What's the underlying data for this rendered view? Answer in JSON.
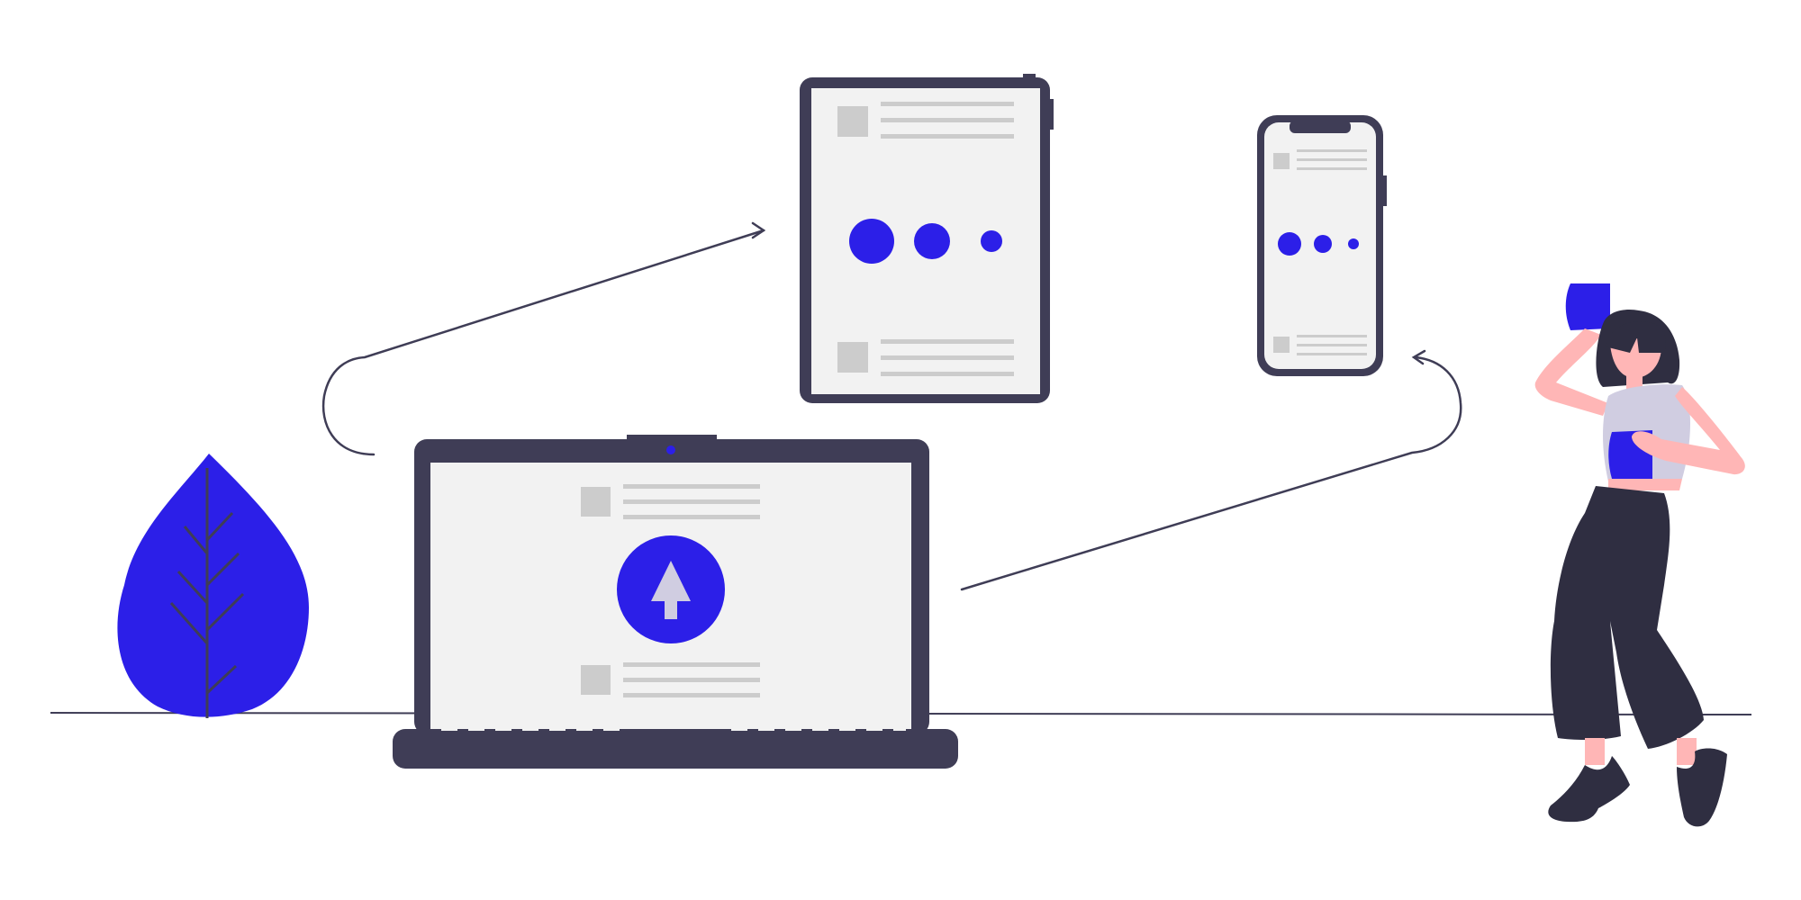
{
  "colors": {
    "accent": "#2c1fe8",
    "device_frame": "#3f3d56",
    "screen_bg": "#f2f2f2",
    "placeholder_gray": "#cccccc",
    "arrow_pale": "#d0cde1",
    "skin": "#ffb6b6",
    "hair_pants": "#2f2e41",
    "shirt": "#d0cde1",
    "ground_line": "#3f3d56"
  },
  "illustration": {
    "theme": "file-sync-across-devices",
    "devices": [
      "laptop",
      "tablet",
      "phone"
    ],
    "icons": [
      "upload-arrow-icon",
      "leaf-icon",
      "curved-arrow-icon"
    ]
  }
}
